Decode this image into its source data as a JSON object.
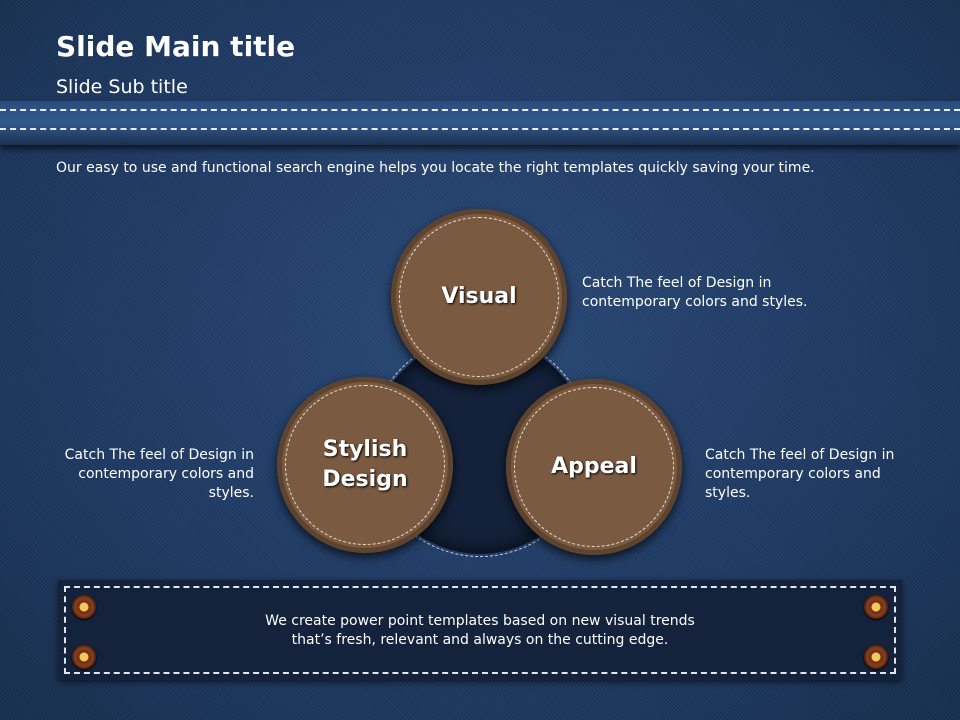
{
  "header": {
    "title": "Slide Main title",
    "subtitle": "Slide Sub title"
  },
  "intro": "Our easy to use and functional search engine helps you locate the right templates quickly saving your time.",
  "circles": [
    {
      "label": "Visual",
      "description": "Catch The feel of Design in contemporary colors and styles."
    },
    {
      "label": "Stylish Design",
      "description": "Catch The feel of Design in contemporary colors and styles."
    },
    {
      "label": "Appeal",
      "description": "Catch The feel of Design in contemporary colors and styles."
    }
  ],
  "footer_panel": {
    "text_line1": "We create power point templates based on new visual trends",
    "text_line2": "that’s fresh, relevant and always on the cutting edge."
  },
  "colors": {
    "denim": "#1f3a63",
    "leather": "#7a5a40",
    "panel": "#14233b"
  }
}
